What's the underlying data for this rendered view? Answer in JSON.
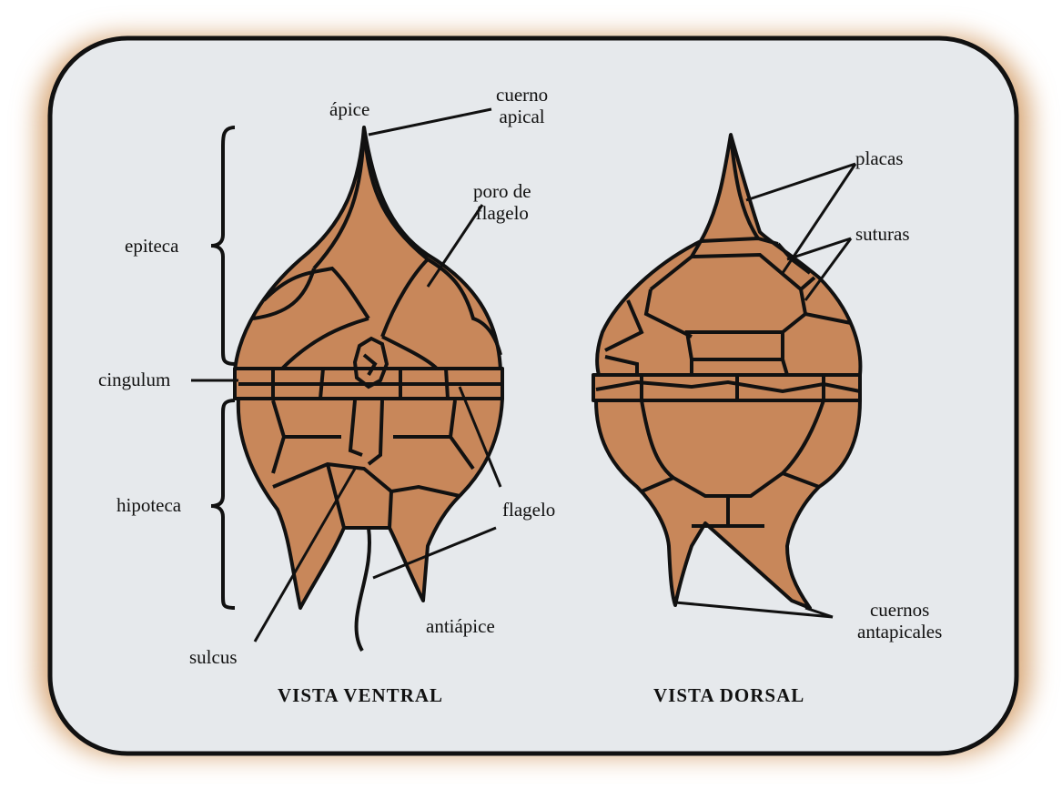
{
  "labels": {
    "apice": "ápice",
    "cuerno_apical": [
      "cuerno",
      "apical"
    ],
    "poro_flagelo": [
      "poro de",
      "flagelo"
    ],
    "epiteca": "epiteca",
    "cingulum": "cingulum",
    "hipoteca": "hipoteca",
    "flagelo": "flagelo",
    "antiapice": "antiápice",
    "sulcus": "sulcus",
    "placas": "placas",
    "suturas": "suturas",
    "cuernos_antapicales": [
      "cuernos",
      "antapicales"
    ]
  },
  "titles": {
    "ventral": "VISTA VENTRAL",
    "dorsal": "VISTA DORSAL"
  },
  "colors": {
    "cell_fill": "#c8875a",
    "panel": "#e6e9ec",
    "glow": "#d8a777",
    "line": "#111111"
  }
}
